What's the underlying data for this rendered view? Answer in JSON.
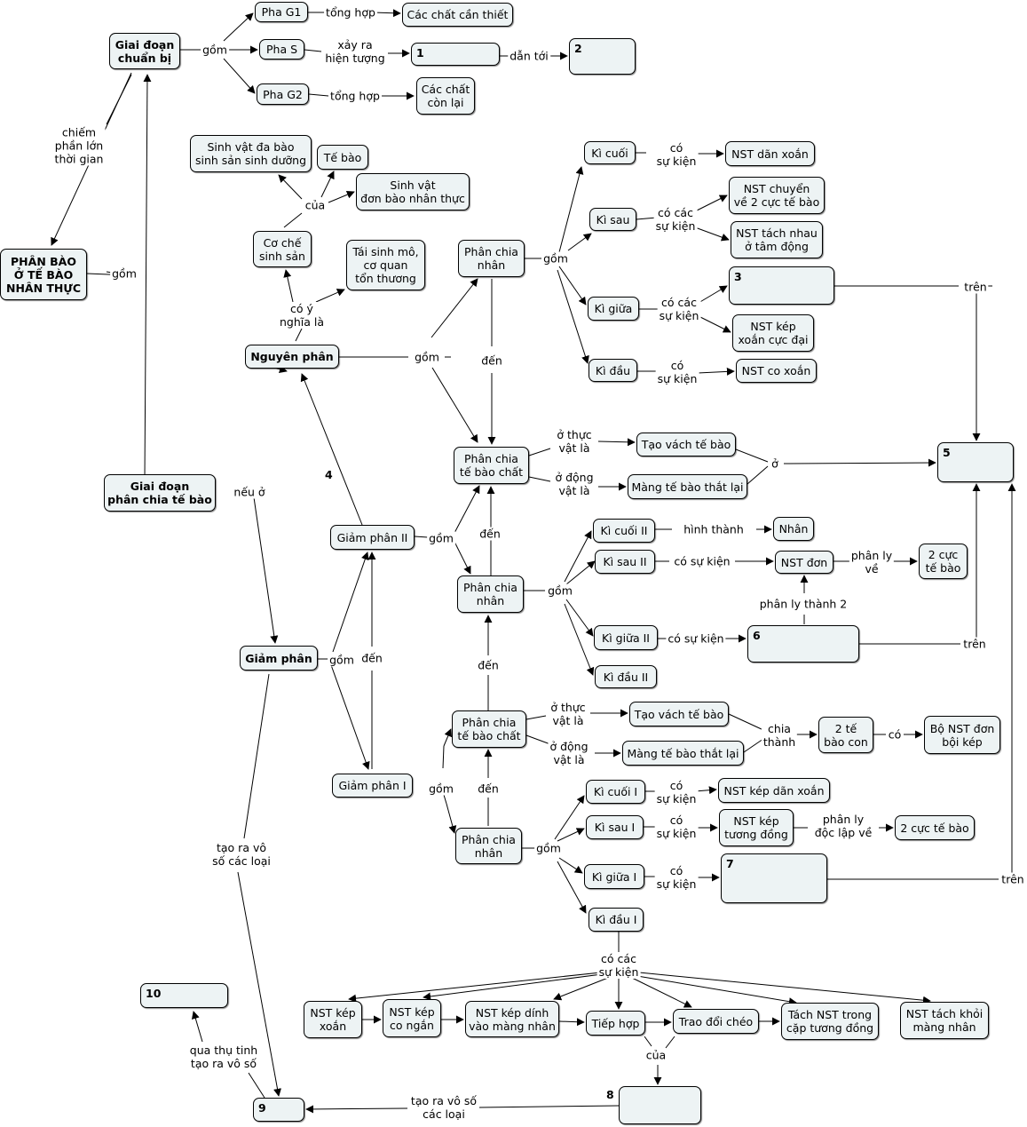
{
  "nodes": {
    "root": "PHÂN BÀO\nỞ TẾ BÀO\nNHÂN THỰC",
    "gd_chuan_bi": "Giai đoạn\nchuẩn bị",
    "pha_g1": "Pha G1",
    "pha_s": "Pha S",
    "pha_g2": "Pha G2",
    "cac_chat_can_thiet": "Các chất cần thiết",
    "cac_chat_con_lai": "Các chất\ncòn lại",
    "gd_phan_chia": "Giai đoạn\nphân chia tế bào",
    "nguyen_phan": "Nguyên phân",
    "co_che": "Cơ chế\nsinh sản",
    "sv_da_bao": "Sinh vật đa bào\nsinh sản sinh dưỡng",
    "te_bao": "Tế bào",
    "sv_don_bao": "Sinh vật\nđơn bào nhân thực",
    "tai_sinh": "Tái sinh mô,\ncơ quan\ntổn thương",
    "np_phan_chia_nhan": "Phân chia\nnhân",
    "np_ki_cuoi": "Kì cuối",
    "np_ki_sau": "Kì sau",
    "np_ki_giua": "Kì giữa",
    "np_ki_dau": "Kì đầu",
    "nst_dan_xoan": "NST dãn xoắn",
    "nst_chuyen": "NST chuyển\nvề 2 cực tế bào",
    "nst_tach": "NST tách nhau\nở tâm động",
    "nst_kep_xoan_cuc_dai": "NST kép\nxoắn cực đại",
    "nst_co_xoan": "NST co xoắn",
    "np_phan_chia_tbc": "Phân chia\ntế bào chất",
    "tao_vach_1": "Tạo vách tế bào",
    "mang_1": "Màng tế bào thắt lại",
    "giam_phan": "Giảm phân",
    "gp2": "Giảm phân II",
    "gp1": "Giảm phân I",
    "gp2_phan_chia_nhan": "Phân chia\nnhân",
    "ki_cuoi_2": "Kì cuối II",
    "ki_sau_2": "Kì sau II",
    "ki_giua_2": "Kì giữa II",
    "ki_dau_2": "Kì đầu II",
    "nhan": "Nhân",
    "nst_don": "NST đơn",
    "hai_cuc_1": "2 cực\ntế bào",
    "gp1_phan_chia_tbc": "Phân chia\ntế bào chất",
    "tao_vach_2": "Tạo vách tế bào",
    "mang_2": "Màng tế bào thắt lại",
    "hai_te_bao_con": "2 tế\nbào con",
    "bo_nst": "Bộ NST đơn\nbội kép",
    "gp1_phan_chia_nhan": "Phân chia\nnhân",
    "ki_cuoi_1": "Kì cuối I",
    "ki_sau_1": "Kì sau I",
    "ki_giua_1": "Kì giữa I",
    "ki_dau_1": "Kì đầu I",
    "nst_kep_dan_xoan": "NST kép dãn xoắn",
    "nst_kep_tuong_dong": "NST kép\ntương đồng",
    "hai_cuc_2": "2 cực tế bào",
    "nst_kep_xoan": "NST kép\nxoắn",
    "nst_kep_co_ngan": "NST kép\nco ngắn",
    "nst_kep_dinh": "NST kép dính\nvào màng nhân",
    "tiep_hop": "Tiếp hợp",
    "trao_doi_cheo": "Trao đổi chéo",
    "tach_nst": "Tách NST trong\ncặp tương đồng",
    "nst_tach_khoi": "NST tách khỏi\nmàng nhân"
  },
  "blanks": {
    "b1": "1",
    "b2": "2",
    "b3": "3",
    "b5": "5",
    "b6": "6",
    "b7": "7",
    "b8": "8",
    "b9": "9",
    "b10": "10"
  },
  "number_4": "4",
  "labels": {
    "tong_hop_1": "tổng hợp",
    "gom_cb": "gồm",
    "xay_ra": "xảy ra\nhiện tượng",
    "dan_toi": "dẫn tới",
    "tong_hop_2": "tổng hợp",
    "chiem": "chiếm\nphần lớn\nthời gian",
    "gom_root": "gồm",
    "cua_1": "của",
    "co_y_nghia": "có ý\nnghĩa là",
    "gom_np": "gồm",
    "gom_np_nhan": "gồm",
    "co_su_kien_kc": "có\nsự kiện",
    "co_cac_su_kien_ks": "có các\nsự kiện",
    "co_cac_su_kien_kg": "có các\nsự kiện",
    "co_su_kien_kd": "có\nsự kiện",
    "tren_3": "trên",
    "den_np": "đến",
    "o_thuc_vat_1": "ở thực\nvật là",
    "o_dong_vat_1": "ở động\nvật là",
    "o": "ở",
    "neu_o": "nếu ở",
    "gom_gp2": "gồm",
    "den_gp2": "đến",
    "gom_gp2_nhan": "gồm",
    "hinh_thanh": "hình thành",
    "co_su_kien_ks2": "có sự kiện",
    "phan_ly_ve": "phân ly\nvề",
    "phan_ly_thanh_2": "phân ly thành 2",
    "co_su_kien_kg2": "có sự kiện",
    "tren_6": "trên",
    "den_gp2_tbc": "đến",
    "gom_gp": "gồm",
    "den_gp": "đến",
    "o_thuc_vat_2": "ở thực\nvật là",
    "o_dong_vat_2": "ở động\nvật là",
    "chia_thanh": "chia\nthành",
    "co": "có",
    "den_gp1": "đến",
    "gom_gp1": "gồm",
    "gom_gp1_nhan": "gồm",
    "co_su_kien_kc1": "có\nsự kiện",
    "co_su_kien_ks1": "có\nsự kiện",
    "phan_ly_doc_lap": "phân ly\nđộc lập về",
    "co_su_kien_kg1": "có\nsự kiện",
    "tren_7": "trên",
    "co_cac_su_kien_kd1": "có các\nsự kiện",
    "cua_2": "của",
    "tao_ra_vo_so_1": "tạo ra vô\nsố các loại",
    "tao_ra_vo_so_2": "tạo ra vô số\ncác loại",
    "qua_thu_tinh": "qua thụ tinh\ntạo ra vô số"
  }
}
